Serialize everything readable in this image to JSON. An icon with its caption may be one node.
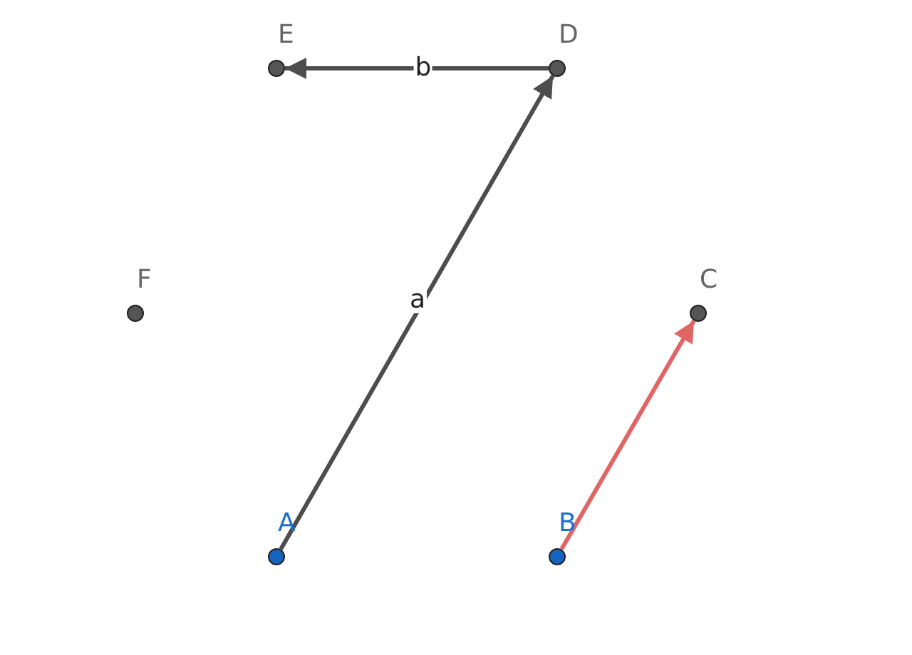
{
  "diagram": {
    "nodes": [
      {
        "text": [
          "E"
        ]
      },
      {
        "text": [
          "D"
        ]
      },
      {
        "text": [
          "F"
        ]
      },
      {
        "text": [
          "C"
        ]
      },
      {
        "text": [
          "A"
        ]
      },
      {
        "text": [
          "B"
        ]
      }
    ],
    "edges": [
      {
        "from": 1,
        "to": 0,
        "arrow": "to",
        "label": "b"
      },
      {
        "from": 4,
        "to": 1,
        "arrow": "to",
        "label": "a"
      },
      {
        "from": 5,
        "to": 3,
        "arrow": "to",
        "color": "#e06666"
      }
    ]
  }
}
